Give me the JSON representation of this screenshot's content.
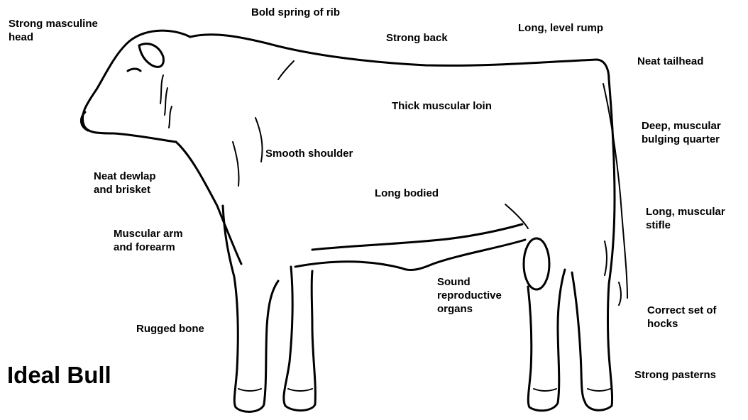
{
  "title": "Ideal Bull",
  "labels": {
    "head": "Strong masculine\nhead",
    "rib": "Bold spring of rib",
    "back": "Strong back",
    "rump": "Long, level rump",
    "tailhead": "Neat tailhead",
    "loin": "Thick muscular loin",
    "quarter": "Deep, muscular\nbulging quarter",
    "shoulder": "Smooth shoulder",
    "dewlap": "Neat dewlap\nand brisket",
    "bodied": "Long bodied",
    "stifle": "Long, muscular\nstifle",
    "arm": "Muscular arm\nand forearm",
    "reproductive": "Sound\nreproductive\norgans",
    "hocks": "Correct set of\nhocks",
    "bone": "Rugged bone",
    "pasterns": "Strong pasterns"
  }
}
